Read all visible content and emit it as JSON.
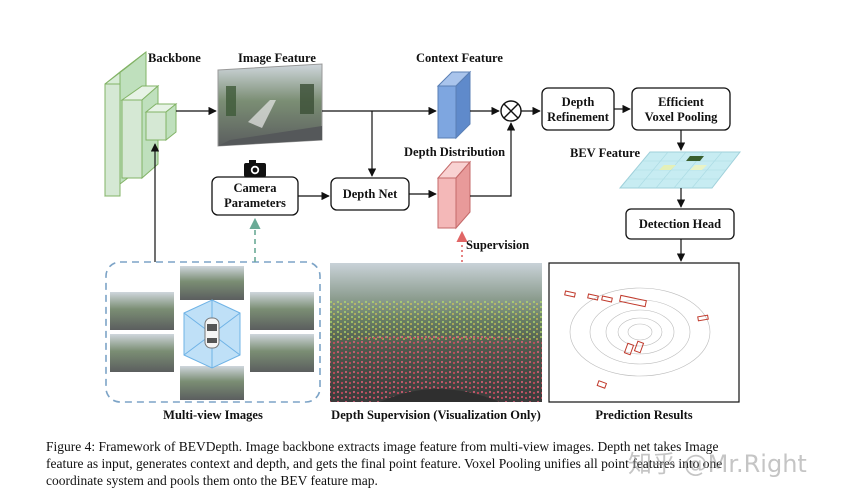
{
  "labels": {
    "backbone": "Backbone",
    "image_feature": "Image Feature",
    "context_feature": "Context Feature",
    "depth_refinement_1": "Depth",
    "depth_refinement_2": "Refinement",
    "voxel_pooling_1": "Efficient",
    "voxel_pooling_2": "Voxel Pooling",
    "depth_distribution": "Depth Distribution",
    "bev_feature": "BEV Feature",
    "camera_params_1": "Camera",
    "camera_params_2": "Parameters",
    "depth_net": "Depth Net",
    "supervision": "Supervision",
    "detection_head": "Detection Head",
    "multi_view_images": "Multi-view Images",
    "depth_supervision": "Depth Supervision (Visualization Only)",
    "prediction_results": "Prediction Results"
  },
  "caption": {
    "line1": "Figure 4: Framework of BEVDepth. Image backbone extracts image feature from multi-view images. Depth net takes Image",
    "line2": "feature as input, generates context and depth, and gets the final point feature. Voxel Pooling unifies all point features into one",
    "line3": "coordinate system and pools them onto the BEV feature map."
  },
  "watermark": "知乎 @Mr.Right",
  "icons": [
    "camera-icon",
    "car-icon",
    "multiply-icon"
  ],
  "colors": {
    "backbone": "#d5e8d4",
    "backbone_stroke": "#82b366",
    "context": "#7ea6e0",
    "depth": "#f4b8b8",
    "bev": "#c7ecf2",
    "supervision_dots": "#e06666",
    "dashed_teal": "#6aaa96",
    "dashed_blue": "#7da4c7"
  }
}
